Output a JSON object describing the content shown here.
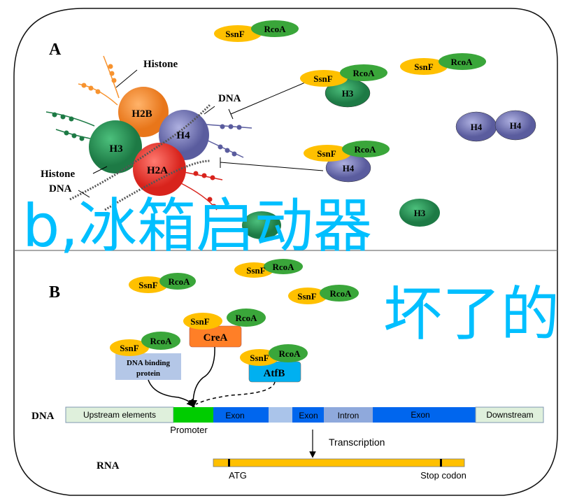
{
  "panel_a": {
    "label": "A",
    "histone_label_top": "Histone",
    "histone_label_left": "Histone",
    "dna_label_right": "DNA",
    "dna_label_bottom": "DNA",
    "core": {
      "h2b": "H2B",
      "h4": "H4",
      "h3": "H3",
      "h2a": "H2A"
    },
    "complexes": {
      "ssnf": "SsnF",
      "rcoa": "RcoA",
      "h3": "H3",
      "h4": "H4"
    }
  },
  "panel_b": {
    "label": "B",
    "ssnf": "SsnF",
    "rcoa": "RcoA",
    "crea": "CreA",
    "atfb": "AtfB",
    "dna_binding_protein": [
      "DNA binding",
      "protein"
    ],
    "dna_label": "DNA",
    "rna_label": "RNA",
    "segments": [
      "Upstream elements",
      "Exon",
      "Exon",
      "Intron",
      "Exon",
      "Downstream"
    ],
    "promoter": "Promoter",
    "transcription": "Transcription",
    "atg": "ATG",
    "stop_codon": "Stop codon"
  },
  "overlay": {
    "line1": "b,冰箱启动器",
    "line2": "坏了的"
  },
  "colors": {
    "ssnf": "#ffc000",
    "rcoa": "#3aa63a",
    "h3": "#2e9e5e",
    "h4": "#8c8fc8",
    "h2b": "#f7932f",
    "h2a": "#f0413a",
    "crea": "#ff7f27",
    "atfb": "#00b0f0",
    "binding": "#b4c7e7",
    "promoter": "#00cc00",
    "exon": "#0066ee",
    "intron": "#8fa9dc",
    "flank": "#dff0dc",
    "rna": "#ffc000",
    "overlay": "#00bfff"
  }
}
